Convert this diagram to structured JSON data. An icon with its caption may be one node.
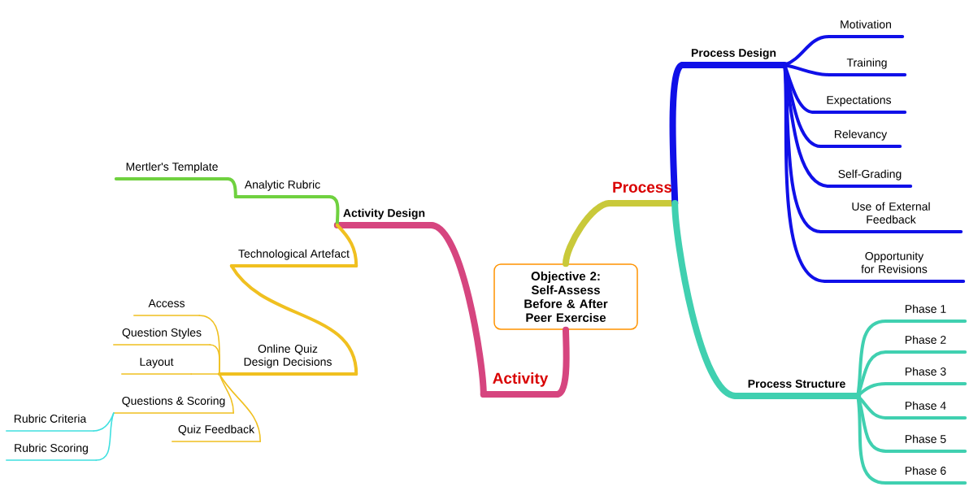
{
  "diagram": {
    "nodes": [
      {
        "text": [
          "Objective 2: Self-Assess Before & After Peer Exercise"
        ]
      },
      {
        "text": [
          "Activity"
        ]
      },
      {
        "text": [
          "Process"
        ]
      },
      {
        "text": [
          "Activity Design"
        ]
      },
      {
        "text": [
          "Analytic Rubric"
        ]
      },
      {
        "text": [
          "Mertler's Template"
        ]
      },
      {
        "text": [
          "Technological Artefact"
        ]
      },
      {
        "text": [
          "Online Quiz Design Decisions"
        ]
      },
      {
        "text": [
          "Access"
        ]
      },
      {
        "text": [
          "Question Styles"
        ]
      },
      {
        "text": [
          "Layout"
        ]
      },
      {
        "text": [
          "Questions & Scoring"
        ]
      },
      {
        "text": [
          "Quiz Feedback"
        ]
      },
      {
        "text": [
          "Rubric Criteria"
        ]
      },
      {
        "text": [
          "Rubric Scoring"
        ]
      },
      {
        "text": [
          "Process Design"
        ]
      },
      {
        "text": [
          "Motivation"
        ]
      },
      {
        "text": [
          "Training"
        ]
      },
      {
        "text": [
          "Expectations"
        ]
      },
      {
        "text": [
          "Relevancy"
        ]
      },
      {
        "text": [
          "Self-Grading"
        ]
      },
      {
        "text": [
          "Use of External Feedback"
        ]
      },
      {
        "text": [
          "Opportunity for Revisions"
        ]
      },
      {
        "text": [
          "Process Structure"
        ]
      },
      {
        "text": [
          "Phase 1"
        ]
      },
      {
        "text": [
          "Phase 2"
        ]
      },
      {
        "text": [
          "Phase 3"
        ]
      },
      {
        "text": [
          "Phase 4"
        ]
      },
      {
        "text": [
          "Phase 5"
        ]
      },
      {
        "text": [
          "Phase 6"
        ]
      }
    ],
    "edges": [
      {
        "from": 0,
        "to": 1,
        "arrow": "none",
        "style": "thick",
        "color": "#d6457f"
      },
      {
        "from": 1,
        "to": 3,
        "arrow": "none",
        "style": "thick",
        "color": "#d6457f"
      },
      {
        "from": 3,
        "to": 4,
        "arrow": "none",
        "color": "#6fd13f"
      },
      {
        "from": 4,
        "to": 5,
        "arrow": "none",
        "color": "#6fd13f"
      },
      {
        "from": 3,
        "to": 6,
        "arrow": "none",
        "color": "#f0c020"
      },
      {
        "from": 6,
        "to": 7,
        "arrow": "none",
        "color": "#f0c020"
      },
      {
        "from": 7,
        "to": 8,
        "arrow": "none",
        "color": "#f0c020"
      },
      {
        "from": 7,
        "to": 9,
        "arrow": "none",
        "color": "#f0c020"
      },
      {
        "from": 7,
        "to": 10,
        "arrow": "none",
        "color": "#f0c020"
      },
      {
        "from": 7,
        "to": 11,
        "arrow": "none",
        "color": "#f0c020"
      },
      {
        "from": 7,
        "to": 12,
        "arrow": "none",
        "color": "#f0c020"
      },
      {
        "from": 11,
        "to": 13,
        "arrow": "none",
        "color": "#40e0e0"
      },
      {
        "from": 11,
        "to": 14,
        "arrow": "none",
        "color": "#40e0e0"
      },
      {
        "from": 0,
        "to": 2,
        "arrow": "none",
        "style": "thick",
        "color": "#c9c93a"
      },
      {
        "from": 2,
        "to": 15,
        "arrow": "none",
        "style": "thick",
        "color": "#1010e8"
      },
      {
        "from": 2,
        "to": 23,
        "arrow": "none",
        "style": "thick",
        "color": "#40d0b0"
      },
      {
        "from": 15,
        "to": 16,
        "arrow": "none",
        "color": "#1010e8"
      },
      {
        "from": 15,
        "to": 17,
        "arrow": "none",
        "color": "#1010e8"
      },
      {
        "from": 15,
        "to": 18,
        "arrow": "none",
        "color": "#1010e8"
      },
      {
        "from": 15,
        "to": 19,
        "arrow": "none",
        "color": "#1010e8"
      },
      {
        "from": 15,
        "to": 20,
        "arrow": "none",
        "color": "#1010e8"
      },
      {
        "from": 15,
        "to": 21,
        "arrow": "none",
        "color": "#1010e8"
      },
      {
        "from": 15,
        "to": 22,
        "arrow": "none",
        "color": "#1010e8"
      },
      {
        "from": 23,
        "to": 24,
        "arrow": "none",
        "color": "#40d0b0"
      },
      {
        "from": 23,
        "to": 25,
        "arrow": "none",
        "color": "#40d0b0"
      },
      {
        "from": 23,
        "to": 26,
        "arrow": "none",
        "color": "#40d0b0"
      },
      {
        "from": 23,
        "to": 27,
        "arrow": "none",
        "color": "#40d0b0"
      },
      {
        "from": 23,
        "to": 28,
        "arrow": "none",
        "color": "#40d0b0"
      },
      {
        "from": 23,
        "to": 29,
        "arrow": "none",
        "color": "#40d0b0"
      }
    ]
  }
}
